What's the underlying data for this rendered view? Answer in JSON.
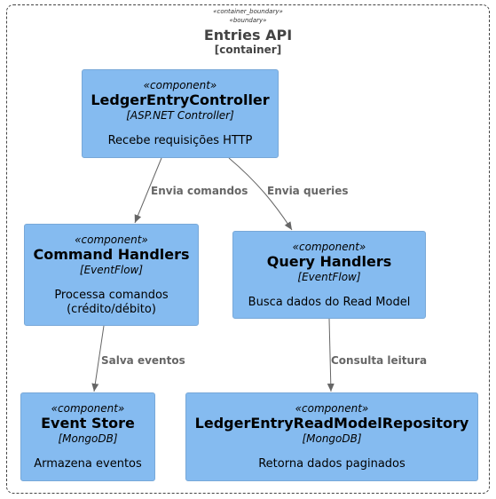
{
  "boundary": {
    "stereotype_1": "«container_boundary»",
    "stereotype_2": "«boundary»",
    "title": "Entries API",
    "subtitle": "[container]"
  },
  "components": {
    "ledger_controller": {
      "stereotype": "«component»",
      "name": "LedgerEntryController",
      "technology": "[ASP.NET Controller]",
      "description": "Recebe requisições HTTP"
    },
    "command_handlers": {
      "stereotype": "«component»",
      "name": "Command Handlers",
      "technology": "[EventFlow]",
      "description_line1": "Processa comandos",
      "description_line2": "(crédito/débito)"
    },
    "query_handlers": {
      "stereotype": "«component»",
      "name": "Query Handlers",
      "technology": "[EventFlow]",
      "description": "Busca dados do Read Model"
    },
    "event_store": {
      "stereotype": "«component»",
      "name": "Event Store",
      "technology": "[MongoDB]",
      "description": "Armazena eventos"
    },
    "read_repository": {
      "stereotype": "«component»",
      "name": "LedgerEntryReadModelRepository",
      "technology": "[MongoDB]",
      "description": "Retorna dados paginados"
    }
  },
  "relations": {
    "sends_commands": "Envia comandos",
    "sends_queries": "Envia queries",
    "saves_events": "Salva eventos",
    "reads": "Consulta leitura"
  },
  "colors": {
    "component_fill": "#85bbf0",
    "arrow": "#666666",
    "boundary_border": "#444444"
  }
}
